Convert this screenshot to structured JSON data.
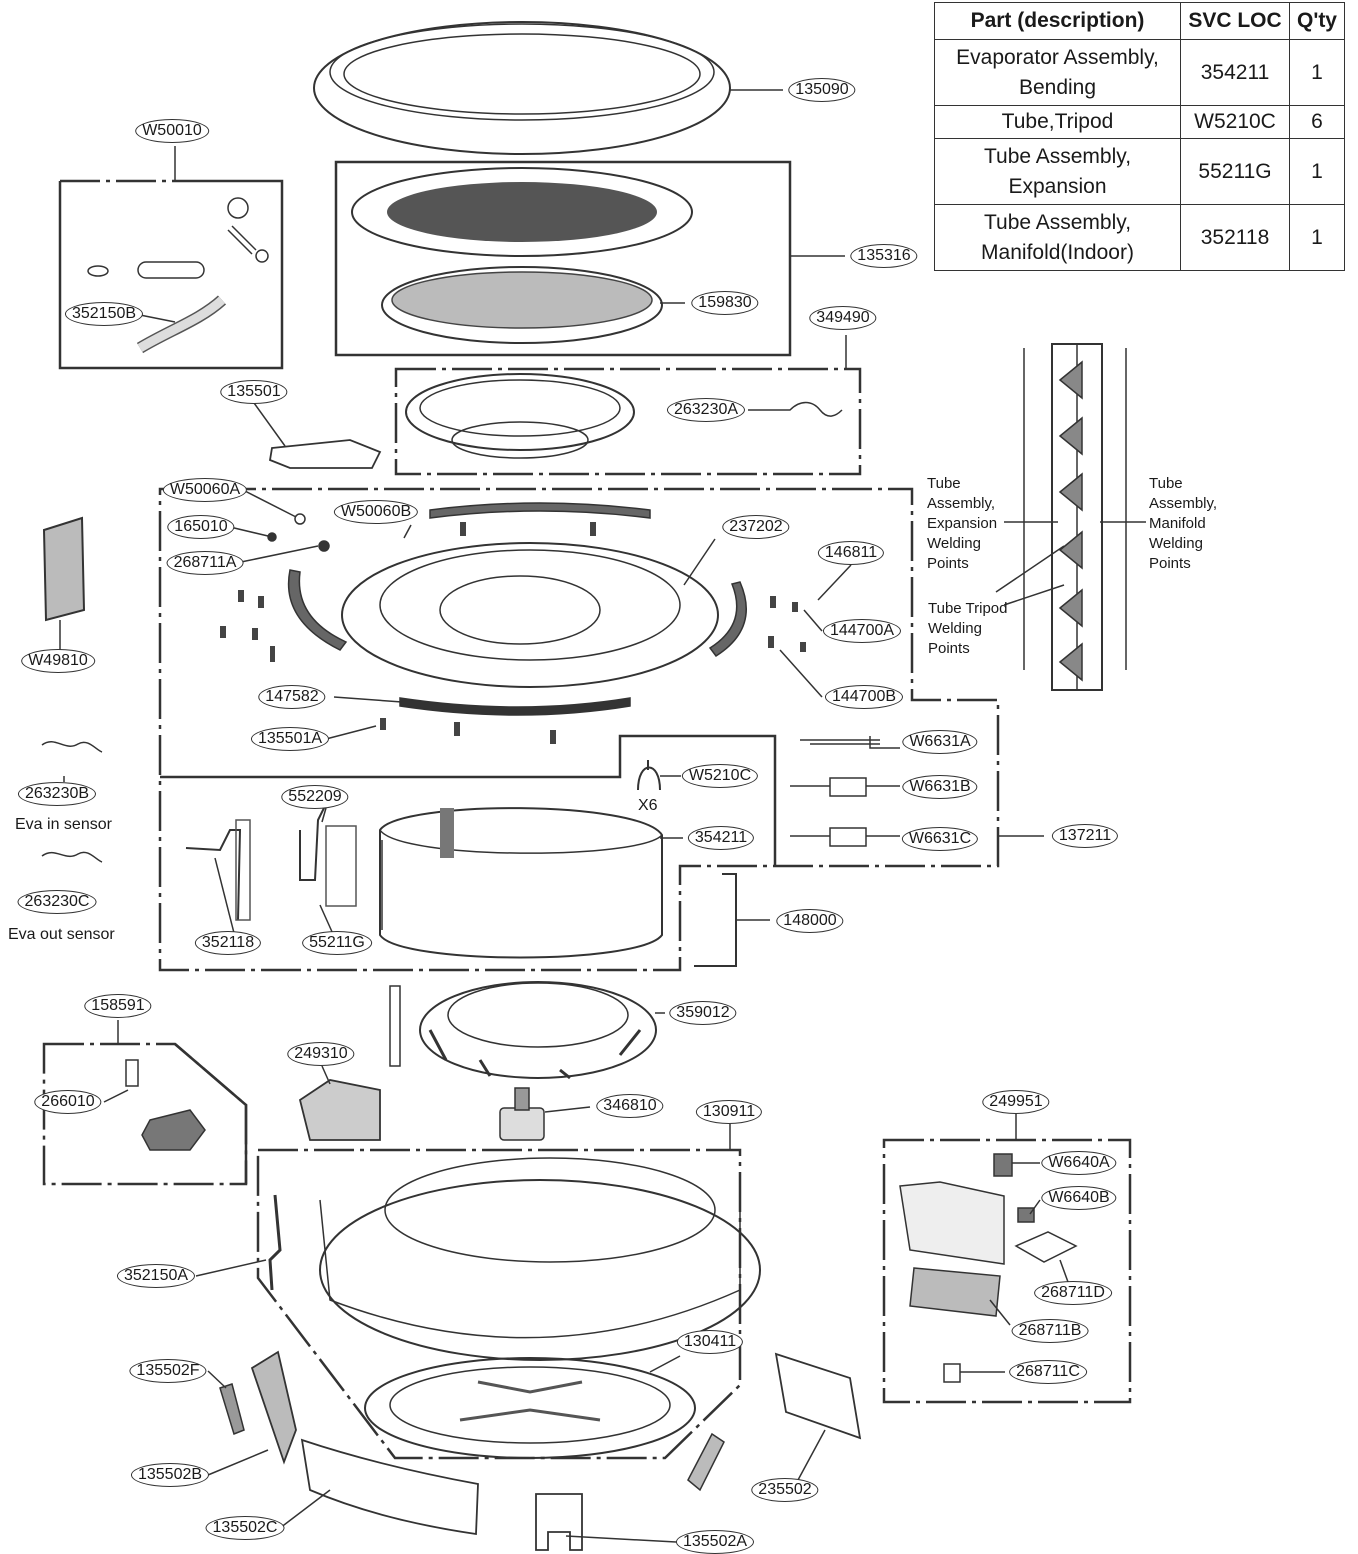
{
  "table": {
    "headers": [
      "Part (description)",
      "SVC LOC",
      "Q'ty"
    ],
    "rows": [
      {
        "desc1": "Evaporator Assembly,",
        "desc2": "Bending",
        "loc": "354211",
        "qty": "1"
      },
      {
        "desc1": "Tube,Tripod",
        "desc2": "",
        "loc": "W5210C",
        "qty": "6"
      },
      {
        "desc1": "Tube Assembly,",
        "desc2": "Expansion",
        "loc": "55211G",
        "qty": "1"
      },
      {
        "desc1": "Tube Assembly,",
        "desc2": "Manifold(Indoor)",
        "loc": "352118",
        "qty": "1"
      }
    ]
  },
  "labels": {
    "l135090": "135090",
    "lW50010": "W50010",
    "l135316": "135316",
    "l159830": "159830",
    "l352150B": "352150B",
    "l349490": "349490",
    "l135501": "135501",
    "l263230A": "263230A",
    "lW50060A": "W50060A",
    "lW50060B": "W50060B",
    "l165010": "165010",
    "l237202": "237202",
    "l268711A": "268711A",
    "l146811": "146811",
    "l144700A": "144700A",
    "lW49810": "W49810",
    "l147582": "147582",
    "l144700B": "144700B",
    "l135501A": "135501A",
    "lW6631A": "W6631A",
    "lW5210C": "W5210C",
    "lW6631B": "W6631B",
    "l263230B": "263230B",
    "l552209": "552209",
    "l354211": "354211",
    "lW6631C": "W6631C",
    "l137211": "137211",
    "l263230C": "263230C",
    "l148000": "148000",
    "l352118": "352118",
    "l55211G": "55211G",
    "l158591": "158591",
    "l359012": "359012",
    "l249310": "249310",
    "l266010": "266010",
    "l346810": "346810",
    "l130911": "130911",
    "l249951": "249951",
    "lW6640A": "W6640A",
    "lW6640B": "W6640B",
    "l352150A": "352150A",
    "l268711D": "268711D",
    "l268711B": "268711B",
    "l130411": "130411",
    "l135502F": "135502F",
    "l268711C": "268711C",
    "l135502B": "135502B",
    "l235502": "235502",
    "l135502C": "135502C",
    "l135502A": "135502A"
  },
  "annotations": {
    "eva_in_sensor": "Eva in sensor",
    "eva_out_sensor": "Eva out sensor",
    "x6": "X6",
    "expansion_points": [
      "Tube",
      "Assembly,",
      "Expansion",
      "Welding",
      "Points"
    ],
    "manifold_points": [
      "Tube",
      "Assembly,",
      "Manifold",
      "Welding",
      "Points"
    ],
    "tripod_points": [
      "Tube Tripod",
      "Welding",
      "Points"
    ]
  }
}
